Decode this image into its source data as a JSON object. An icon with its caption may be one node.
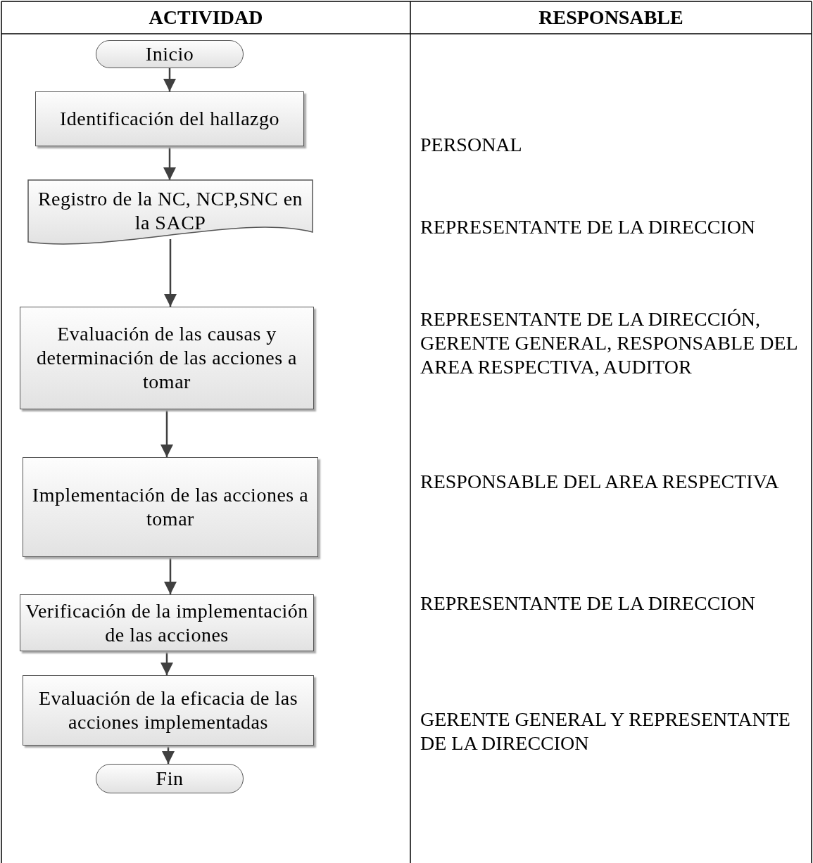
{
  "diagram": {
    "nodes": [
      {
        "text": [
          "Inicio"
        ]
      },
      {
        "text": [
          "Identificación del hallazgo"
        ]
      },
      {
        "text": [
          "Registro de la NC, NCP,SNC en la SACP"
        ]
      },
      {
        "text": [
          "Evaluación de las causas y determinación de las acciones a tomar"
        ]
      },
      {
        "text": [
          "Implementación de las acciones a tomar"
        ]
      },
      {
        "text": [
          "Verificación de la implementación de las acciones"
        ]
      },
      {
        "text": [
          "Evaluación de la eficacia de las acciones implementadas"
        ]
      },
      {
        "text": [
          "Fin"
        ]
      }
    ],
    "edges": [
      {
        "from": 0,
        "to": 1,
        "arrow": "to"
      },
      {
        "from": 1,
        "to": 2,
        "arrow": "to"
      },
      {
        "from": 2,
        "to": 3,
        "arrow": "to"
      },
      {
        "from": 3,
        "to": 4,
        "arrow": "to"
      },
      {
        "from": 4,
        "to": 5,
        "arrow": "to"
      },
      {
        "from": 5,
        "to": 6,
        "arrow": "to"
      },
      {
        "from": 6,
        "to": 7,
        "arrow": "to"
      }
    ],
    "labels": [
      "ACTIVIDAD",
      "RESPONSABLE",
      "PERSONAL",
      "REPRESENTANTE DE LA DIRECCION",
      "REPRESENTANTE DE LA DIRECCIÓN, GERENTE GENERAL, RESPONSABLE DEL AREA RESPECTIVA, AUDITOR",
      "RESPONSABLE DEL AREA RESPECTIVA",
      "REPRESENTANTE DE LA DIRECCION",
      "GERENTE GENERAL Y REPRESENTANTE DE LA DIRECCION"
    ]
  }
}
